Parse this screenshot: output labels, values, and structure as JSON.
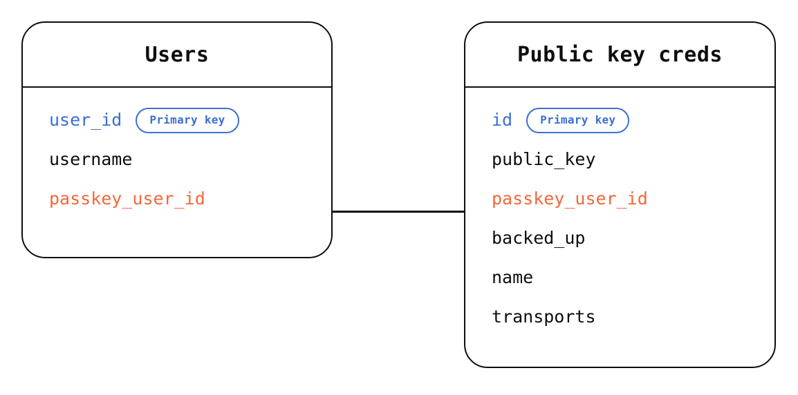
{
  "diagram": {
    "type": "entity-relationship-diagram",
    "background_color": "#ffffff",
    "colors": {
      "border": "#0d0d0d",
      "text": "#0d0d0d",
      "primary_key": "#3b6fd4",
      "foreign_key": "#f2683a"
    },
    "badge_label": "Primary key",
    "entities": [
      {
        "id": "users",
        "title": "Users",
        "fields": [
          {
            "name": "user_id",
            "role": "key",
            "badge": "Primary key"
          },
          {
            "name": "username",
            "role": "plain",
            "badge": ""
          },
          {
            "name": "passkey_user_id",
            "role": "fk",
            "badge": ""
          }
        ]
      },
      {
        "id": "public-key-creds",
        "title": "Public key creds",
        "fields": [
          {
            "name": "id",
            "role": "key",
            "badge": "Primary key"
          },
          {
            "name": "public_key",
            "role": "plain",
            "badge": ""
          },
          {
            "name": "passkey_user_id",
            "role": "fk",
            "badge": ""
          },
          {
            "name": "backed_up",
            "role": "plain",
            "badge": ""
          },
          {
            "name": "name",
            "role": "plain",
            "badge": ""
          },
          {
            "name": "transports",
            "role": "plain",
            "badge": ""
          }
        ]
      }
    ],
    "relationships": [
      {
        "from": "users.passkey_user_id",
        "to": "public-key-creds.passkey_user_id",
        "style": "solid-line"
      }
    ]
  }
}
